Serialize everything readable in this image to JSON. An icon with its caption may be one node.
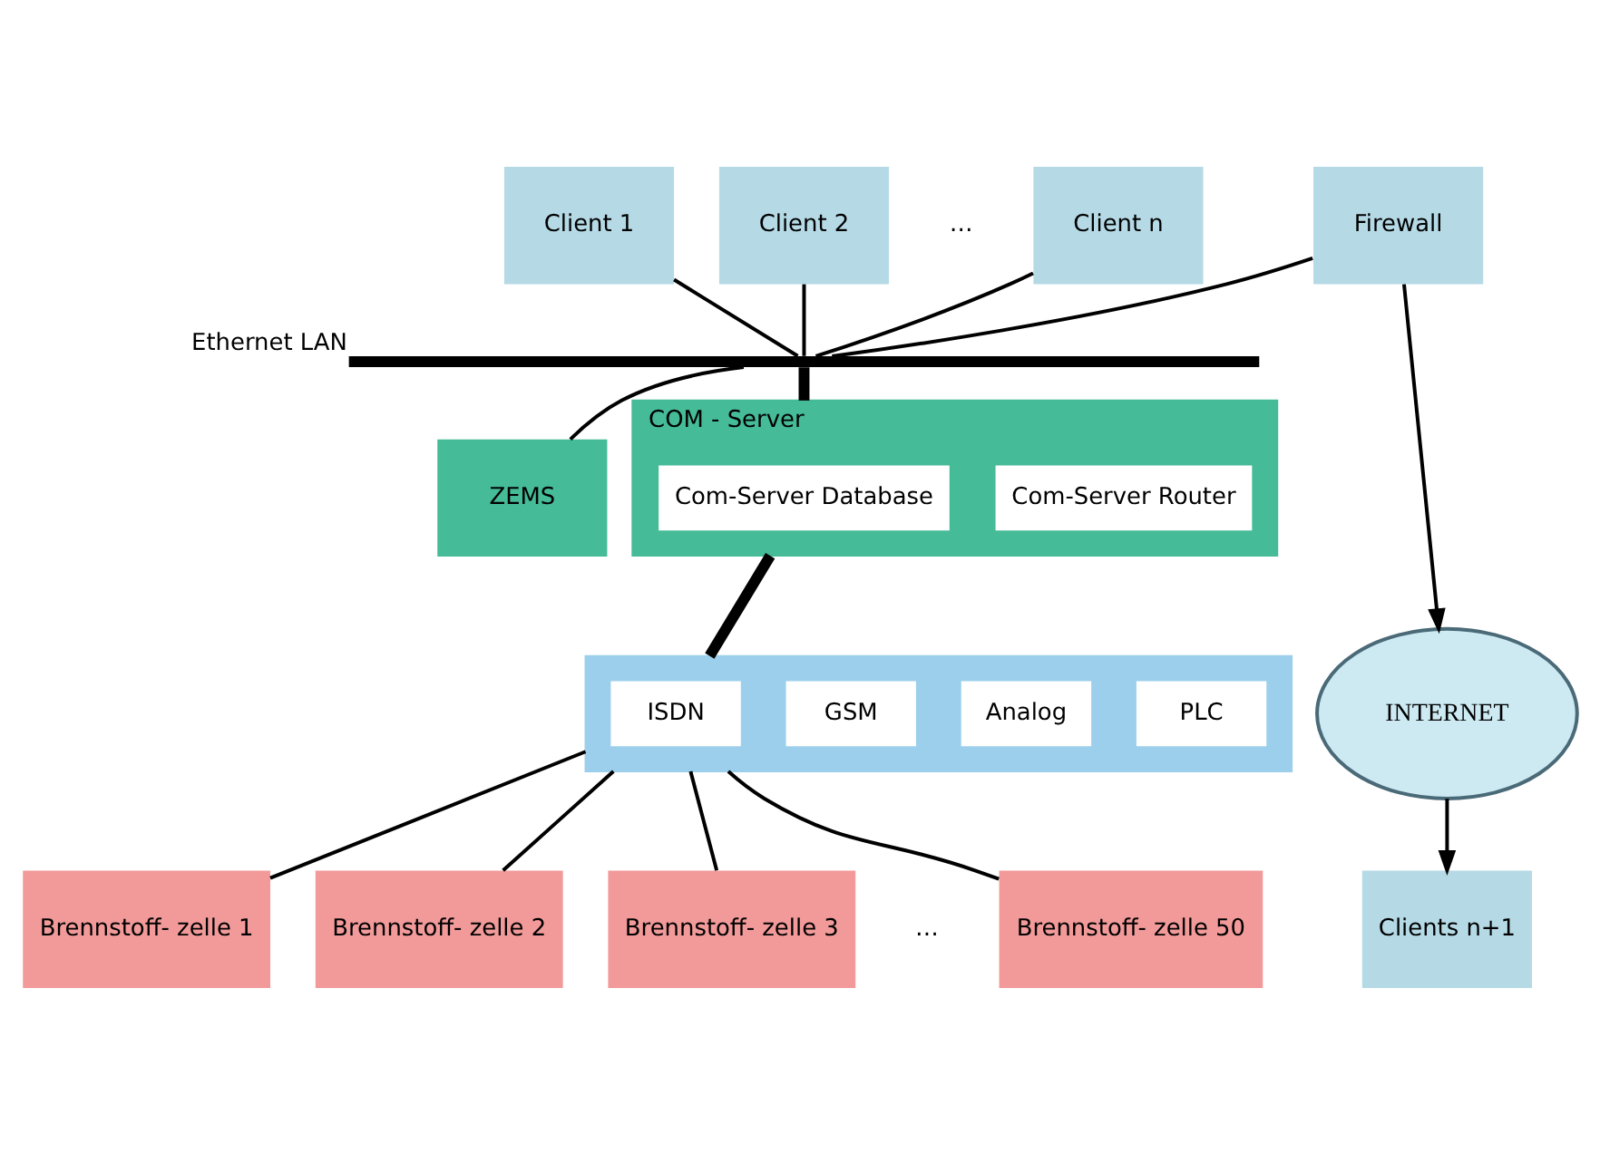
{
  "diagram": {
    "nodes": [
      {
        "text": [
          "Client 1"
        ]
      },
      {
        "text": [
          "Client 2"
        ]
      },
      {
        "text": [
          "Client n"
        ]
      },
      {
        "text": [
          "Firewall"
        ]
      },
      {
        "text": [],
        "shape": "bar",
        "beside": [
          "Ethernet LAN"
        ]
      },
      {
        "text": [
          "ZEMS"
        ]
      },
      {
        "text": [
          "COM - Server"
        ]
      },
      {
        "text": [
          "Com-Server Database"
        ],
        "in": 6
      },
      {
        "text": [
          "Com-Server Router"
        ],
        "in": 6
      },
      {
        "text": [
          "INTERNET"
        ]
      },
      {
        "text": [],
        "shape": "box"
      },
      {
        "text": [
          "ISDN"
        ],
        "in": 10
      },
      {
        "text": [
          "GSM"
        ],
        "in": 10
      },
      {
        "text": [
          "Analog"
        ],
        "in": 10
      },
      {
        "text": [
          "PLC"
        ],
        "in": 10
      },
      {
        "text": [
          "Brennstoff- zelle 1"
        ]
      },
      {
        "text": [
          "Brennstoff- zelle 2"
        ]
      },
      {
        "text": [
          "Brennstoff- zelle 3"
        ]
      },
      {
        "text": [
          "Brennstoff- zelle 50"
        ]
      },
      {
        "text": [
          "Clients n+1"
        ]
      }
    ],
    "edges": [
      {
        "from": 0,
        "to": 4,
        "arrow": "none"
      },
      {
        "from": 1,
        "to": 4,
        "arrow": "none"
      },
      {
        "from": 2,
        "to": 4,
        "arrow": "none"
      },
      {
        "from": 3,
        "to": 4,
        "arrow": "none"
      },
      {
        "from": 4,
        "to": 5,
        "arrow": "none"
      },
      {
        "from": 4,
        "to": 6,
        "arrow": "none",
        "style": "thick"
      },
      {
        "from": 6,
        "to": 10,
        "arrow": "none",
        "style": "thick"
      },
      {
        "from": 10,
        "to": 15,
        "arrow": "none"
      },
      {
        "from": 10,
        "to": 16,
        "arrow": "none"
      },
      {
        "from": 10,
        "to": 17,
        "arrow": "none"
      },
      {
        "from": 10,
        "to": 18,
        "arrow": "none"
      },
      {
        "from": 3,
        "to": 9,
        "arrow": "to"
      },
      {
        "from": 9,
        "to": 19,
        "arrow": "to"
      }
    ],
    "labels": [
      "…",
      "…"
    ]
  }
}
